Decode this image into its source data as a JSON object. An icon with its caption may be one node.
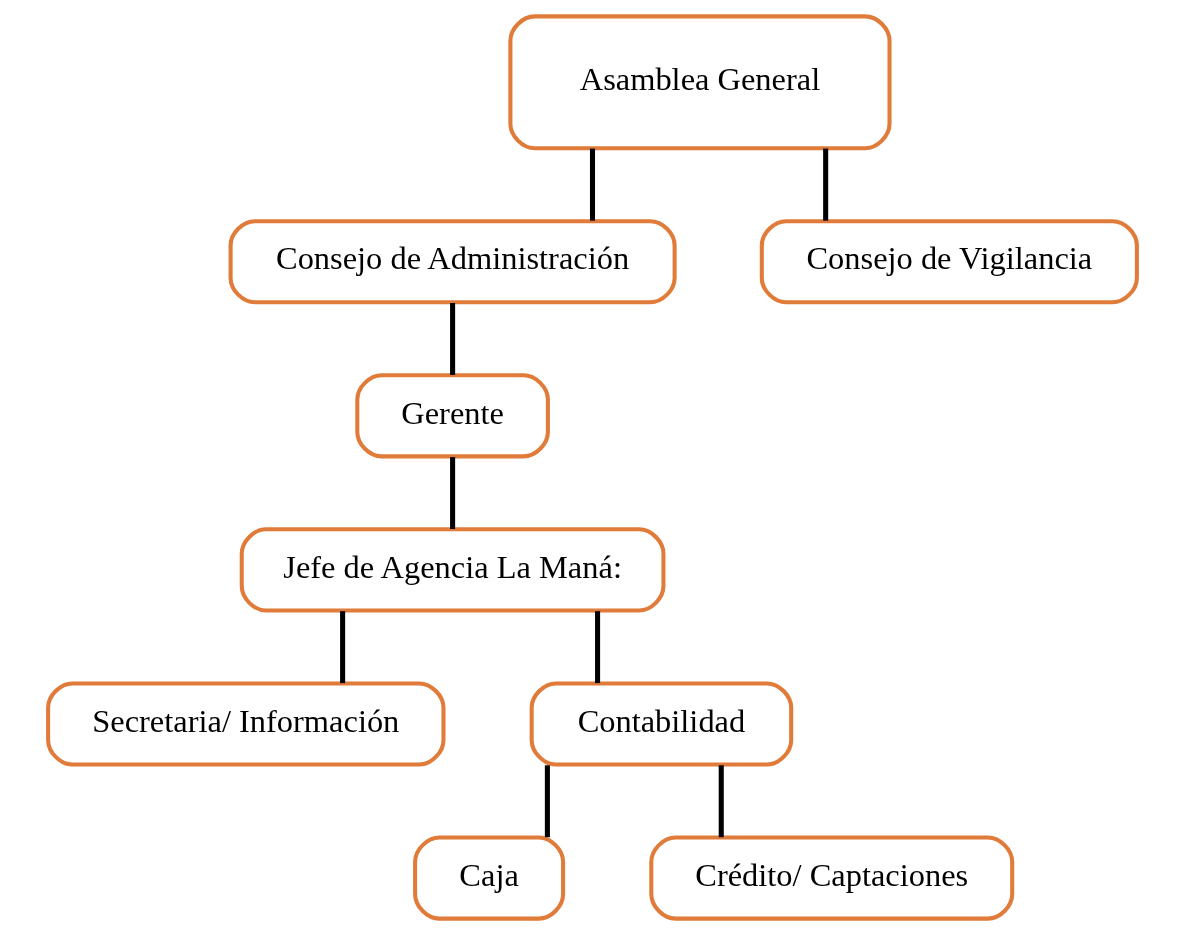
{
  "diagram": {
    "nodes": [
      {
        "text": [
          "Asamblea General"
        ]
      },
      {
        "text": [
          "Consejo de Administración"
        ]
      },
      {
        "text": [
          "Consejo de Vigilancia"
        ]
      },
      {
        "text": [
          "Gerente"
        ]
      },
      {
        "text": [
          "Jefe de Agencia La Maná:"
        ]
      },
      {
        "text": [
          "Secretaria/ Información"
        ]
      },
      {
        "text": [
          "Contabilidad"
        ]
      },
      {
        "text": [
          "Caja"
        ]
      },
      {
        "text": [
          "Crédito/ Captaciones"
        ]
      }
    ],
    "edges": [
      {
        "from": 0,
        "to": 1,
        "arrow": "none"
      },
      {
        "from": 0,
        "to": 2,
        "arrow": "none"
      },
      {
        "from": 1,
        "to": 3,
        "arrow": "none"
      },
      {
        "from": 3,
        "to": 4,
        "arrow": "none"
      },
      {
        "from": 4,
        "to": 5,
        "arrow": "none"
      },
      {
        "from": 4,
        "to": 6,
        "arrow": "none"
      },
      {
        "from": 6,
        "to": 7,
        "arrow": "none"
      },
      {
        "from": 6,
        "to": 8,
        "arrow": "none"
      }
    ]
  }
}
